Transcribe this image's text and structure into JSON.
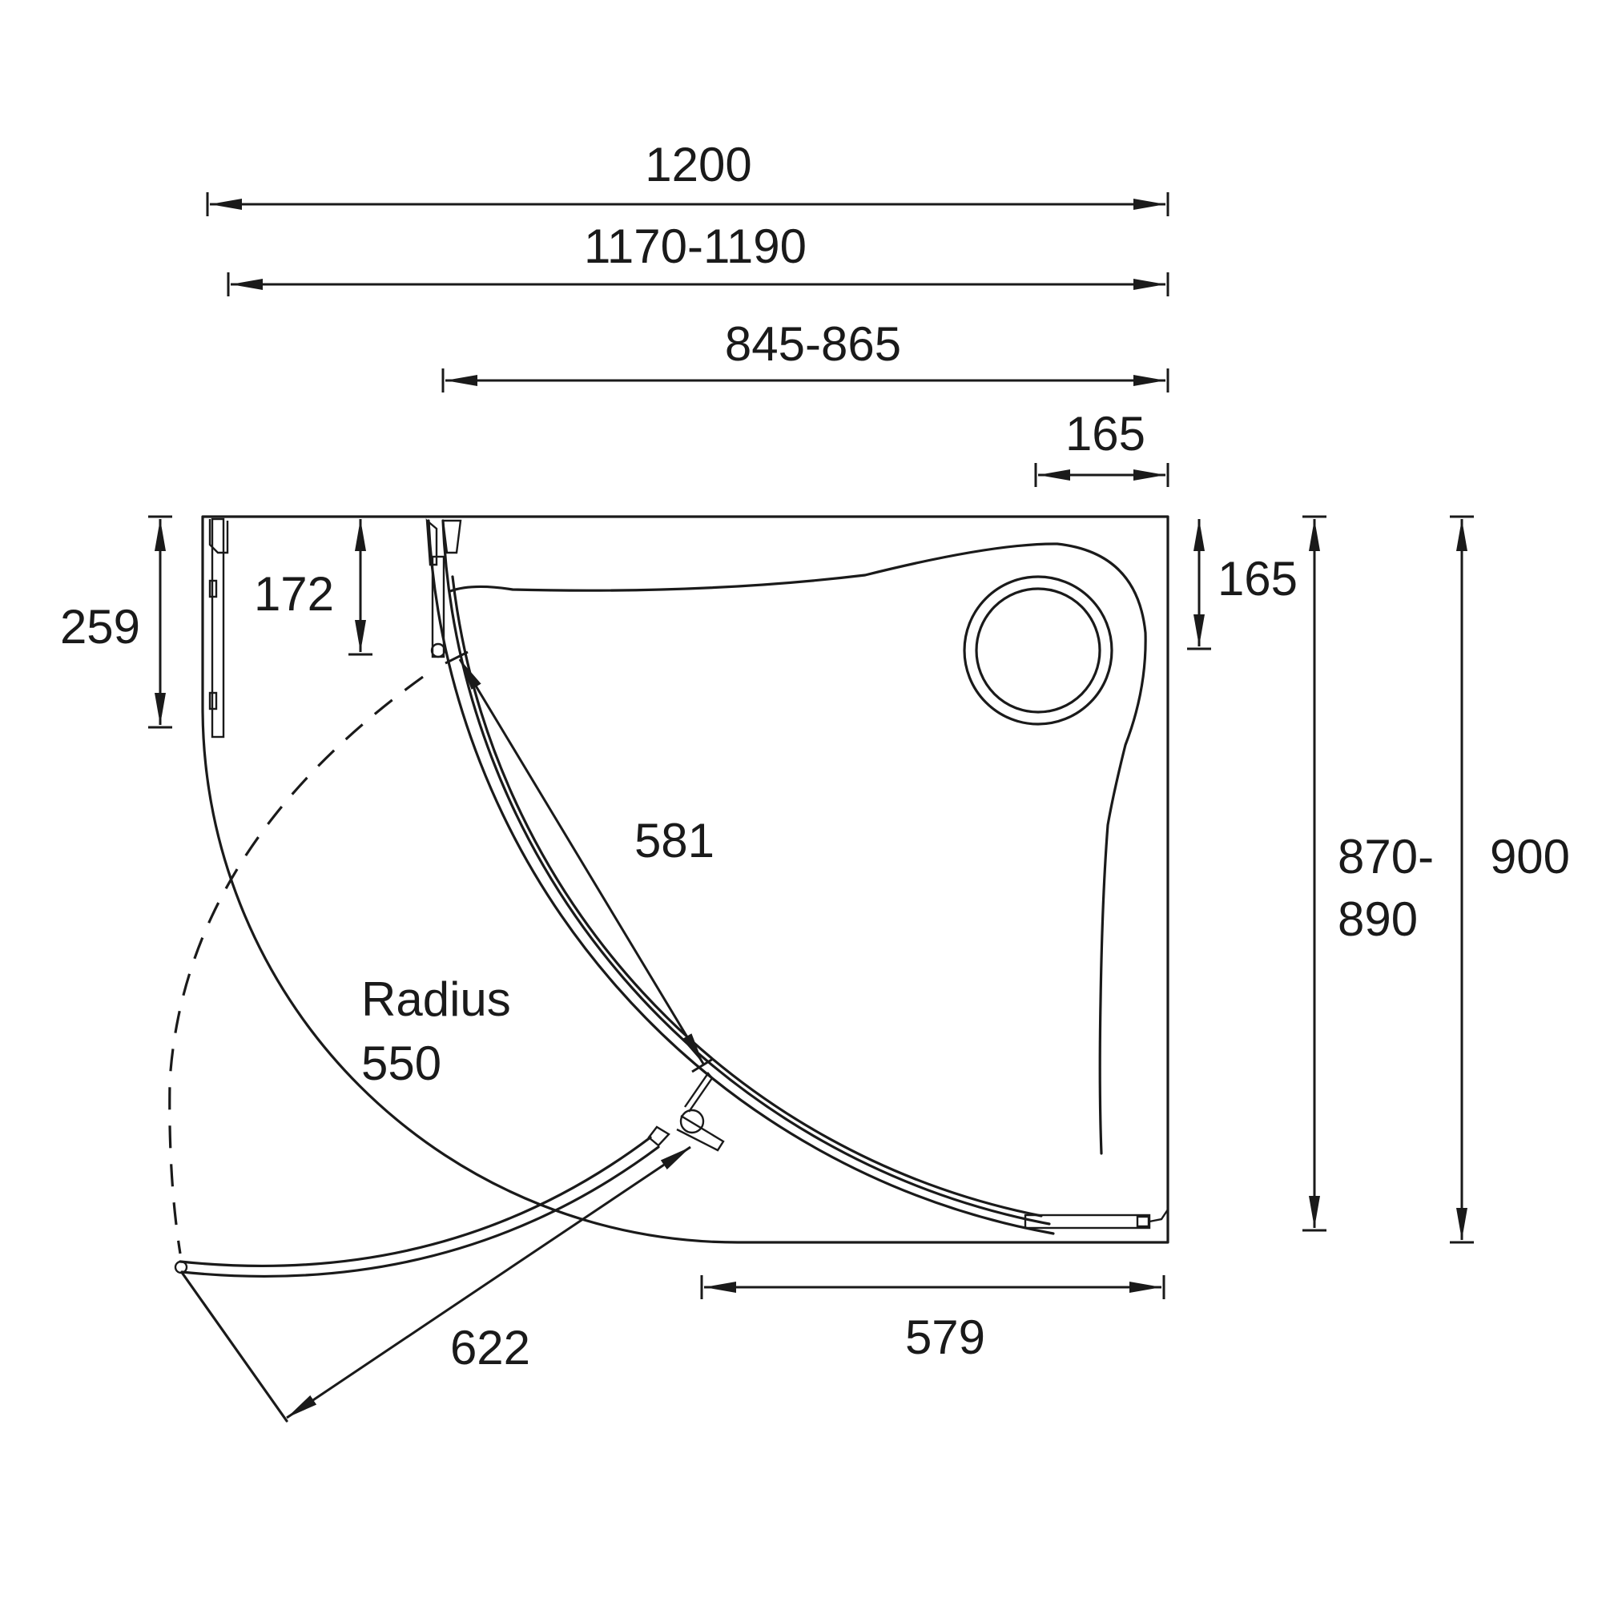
{
  "dimensions": {
    "total_width": "1200",
    "fit_width": "1170-1190",
    "door_span_width": "845-865",
    "waste_offset_x": "165",
    "waste_offset_y": "165",
    "left_panel_depth": "259",
    "door_hinge_offset": "172",
    "door_opening_diagonal": "581",
    "radius_label": "Radius",
    "radius_value": "550",
    "door_swing_diagonal": "622",
    "bottom_panel_width": "579",
    "fit_depth_line1": "870-",
    "fit_depth_line2": "890",
    "total_depth": "900"
  },
  "colors": {
    "line": "#1a1a1a",
    "background": "#ffffff"
  }
}
